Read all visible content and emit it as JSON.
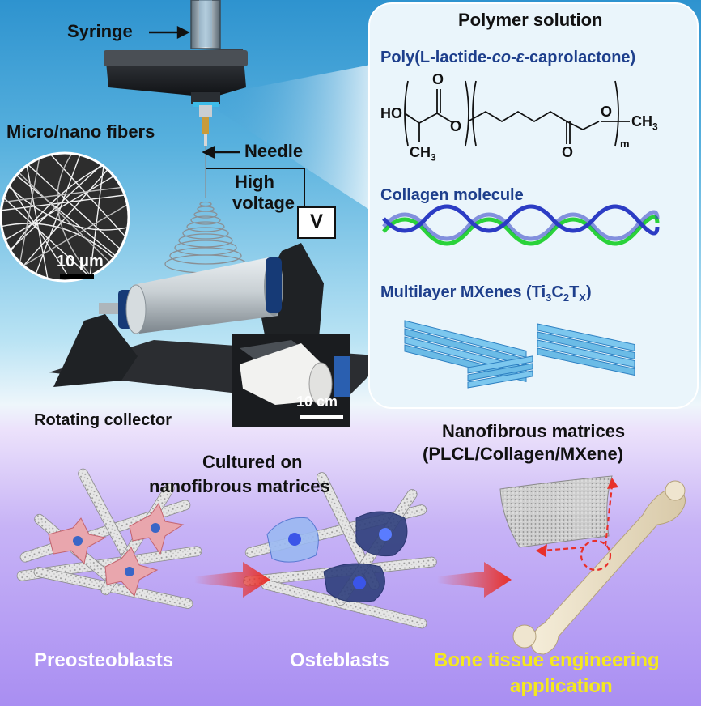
{
  "colors": {
    "bg_top": "#2e93cf",
    "bg_bottom": "#a98ef2",
    "heading_blue": "#1e3f8c",
    "application_yellow": "#f4e81e",
    "arrow_red": "#e8302a"
  },
  "setup": {
    "syringe_label": "Syringe",
    "needle_label": "Needle",
    "fibers_label": "Micro/nano fibers",
    "voltage_label_line1": "High",
    "voltage_label_line2": "voltage",
    "voltage_symbol": "V",
    "sem_scalebar": "10 μm",
    "photo_scalebar": "10 cm",
    "collector_label": "Rotating collector"
  },
  "polymer_panel": {
    "title": "Polymer solution",
    "plcl_prefix": "Poly(L-lactide-",
    "plcl_co": "co",
    "plcl_mid": "-",
    "plcl_eps": "ε",
    "plcl_suffix": "-caprolactone)",
    "chem_ho": "HO",
    "chem_o_top1": "O",
    "chem_o_link": "O",
    "chem_o_ester": "O",
    "chem_o_bottom": "O",
    "chem_ch3_side": "CH",
    "chem_ch3_side_sub": "3",
    "chem_ch3_end": "CH",
    "chem_ch3_end_sub": "3",
    "chem_m": "m",
    "collagen_label": "Collagen molecule",
    "mxene_label_prefix": "Multilayer MXenes (Ti",
    "mxene_sub1": "3",
    "mxene_c": "C",
    "mxene_sub2": "2",
    "mxene_t": "T",
    "mxene_subx": "X",
    "mxene_close": ")"
  },
  "bottom": {
    "cultured_line1": "Cultured on",
    "cultured_line2": "nanofibrous matrices",
    "matrices_line1": "Nanofibrous matrices",
    "matrices_line2": "(PLCL/Collagen/MXene)",
    "stage1": "Preosteoblasts",
    "stage2": "Osteblasts",
    "application_line1": "Bone tissue engineering",
    "application_line2": "application"
  }
}
